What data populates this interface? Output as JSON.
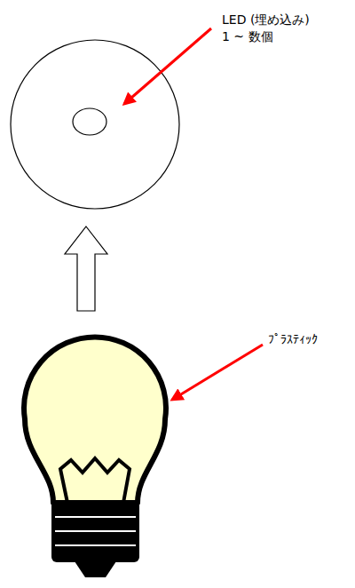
{
  "diagram": {
    "labels": [
      "LED (埋め込み)",
      "1 ~ 数個",
      "ﾌﾟﾗｽﾃｨｯｸ"
    ]
  }
}
